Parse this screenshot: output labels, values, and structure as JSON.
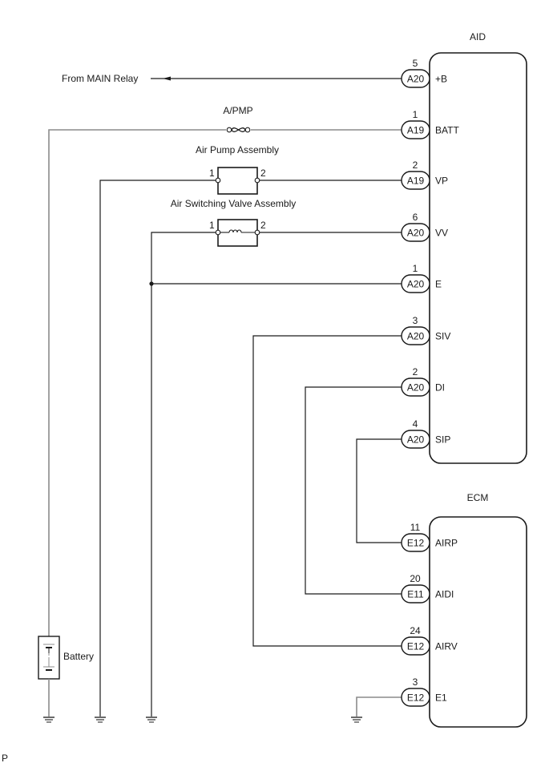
{
  "diagram": {
    "footer_letter": "P",
    "aid": {
      "title": "AID",
      "pins": [
        {
          "num": "5",
          "conn": "A20",
          "name": "+B"
        },
        {
          "num": "1",
          "conn": "A19",
          "name": "BATT"
        },
        {
          "num": "2",
          "conn": "A19",
          "name": "VP"
        },
        {
          "num": "6",
          "conn": "A20",
          "name": "VV"
        },
        {
          "num": "1",
          "conn": "A20",
          "name": "E"
        },
        {
          "num": "3",
          "conn": "A20",
          "name": "SIV"
        },
        {
          "num": "2",
          "conn": "A20",
          "name": "DI"
        },
        {
          "num": "4",
          "conn": "A20",
          "name": "SIP"
        }
      ]
    },
    "ecm": {
      "title": "ECM",
      "pins": [
        {
          "num": "11",
          "conn": "E12",
          "name": "AIRP"
        },
        {
          "num": "20",
          "conn": "E11",
          "name": "AIDI"
        },
        {
          "num": "24",
          "conn": "E12",
          "name": "AIRV"
        },
        {
          "num": "3",
          "conn": "E12",
          "name": "E1"
        }
      ]
    },
    "from_main_relay": "From MAIN Relay",
    "fuse_label": "A/PMP",
    "air_pump": {
      "label": "Air Pump Assembly",
      "pin1": "1",
      "pin2": "2"
    },
    "air_switching_valve": {
      "label": "Air Switching Valve Assembly",
      "pin1": "1",
      "pin2": "2"
    },
    "battery_label": "Battery"
  }
}
